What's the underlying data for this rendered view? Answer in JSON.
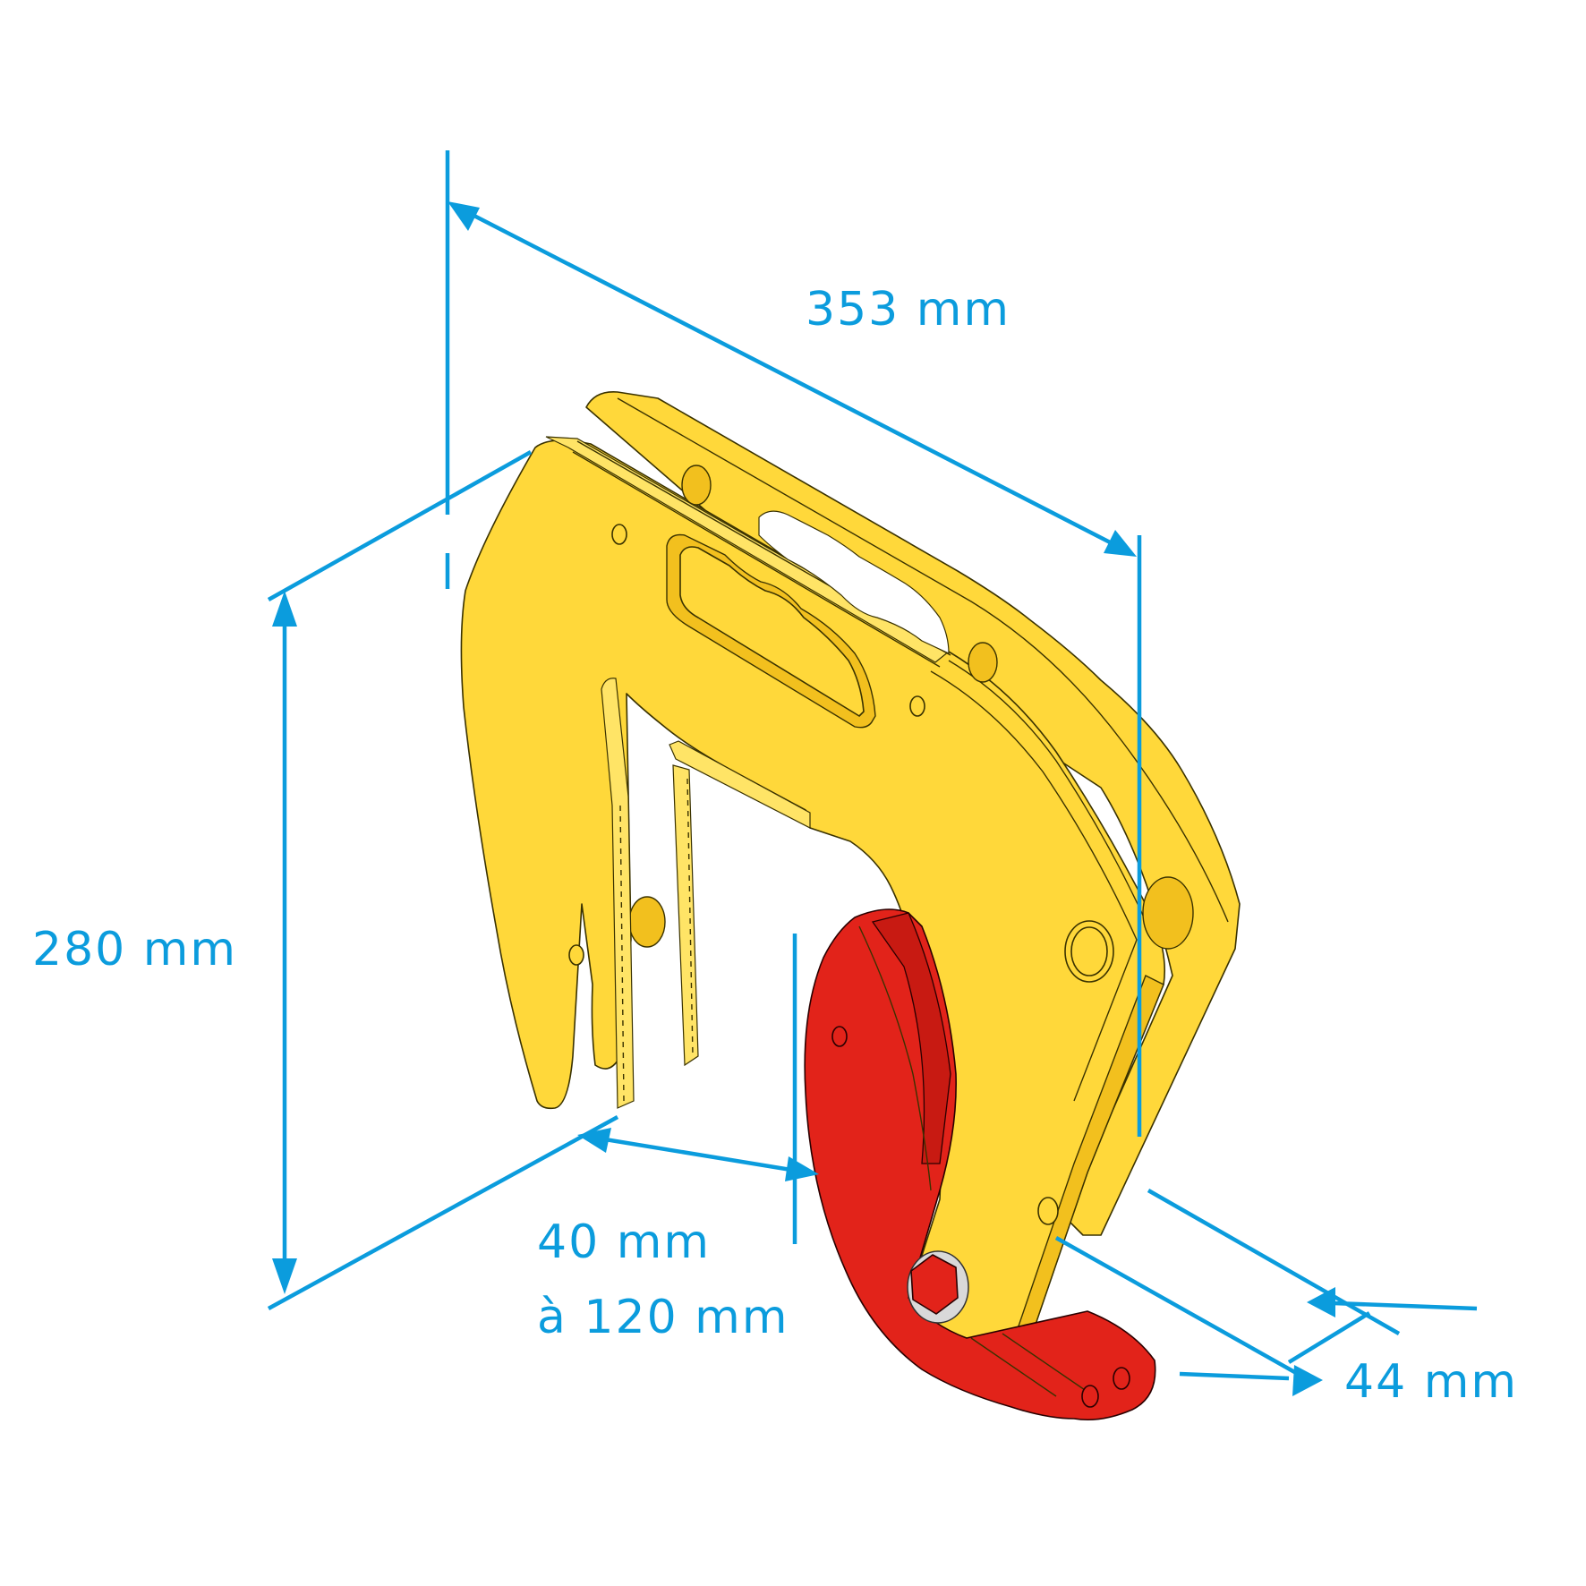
{
  "diagram": {
    "subject": "Plate lifting clamp (yellow body, red jaw) with dimensions",
    "colors": {
      "dimension_blue": "#0B9CDD",
      "body_yellow": "#FFD83A",
      "jaw_red": "#E2231A",
      "background": "#ffffff"
    },
    "dimensions": {
      "length": {
        "label": "353 mm",
        "value": 353,
        "unit": "mm"
      },
      "height": {
        "label": "280 mm",
        "value": 280,
        "unit": "mm"
      },
      "opening": {
        "label_line1": "40 mm",
        "label_line2": "à 120 mm",
        "min": 40,
        "max": 120,
        "unit": "mm"
      },
      "thickness": {
        "label": "44 mm",
        "value": 44,
        "unit": "mm"
      }
    }
  }
}
